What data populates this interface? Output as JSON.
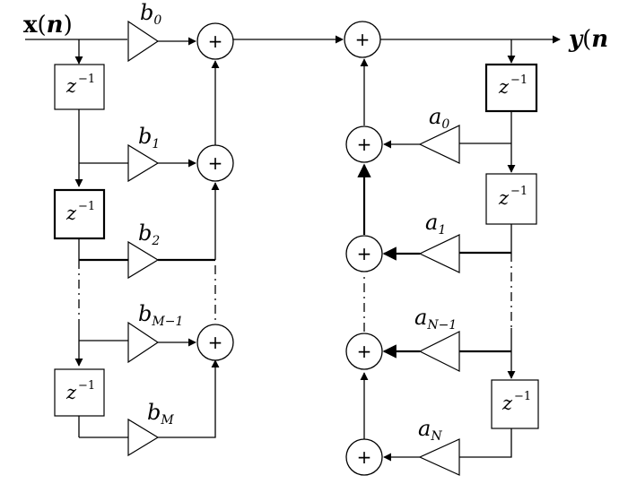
{
  "input": {
    "prefix": "x",
    "open": "(",
    "var": "n",
    "close": ")"
  },
  "output": {
    "prefix": "y",
    "open": "(",
    "var": "n"
  },
  "plus": "+",
  "delay": {
    "base": "z",
    "exp": "−1"
  },
  "feedforward": [
    {
      "sym": "b",
      "sub": "0"
    },
    {
      "sym": "b",
      "sub": "1"
    },
    {
      "sym": "b",
      "sub": "2"
    },
    {
      "sym": "b",
      "sub": "M−1"
    },
    {
      "sym": "b",
      "sub": "M"
    }
  ],
  "feedback": [
    {
      "sym": "a",
      "sub": "0"
    },
    {
      "sym": "a",
      "sub": "1"
    },
    {
      "sym": "a",
      "sub": "N−1"
    },
    {
      "sym": "a",
      "sub": "N"
    }
  ]
}
